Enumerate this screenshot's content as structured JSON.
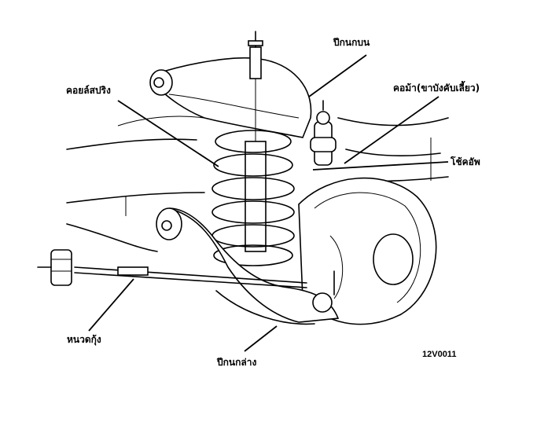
{
  "labels": {
    "upper_arm": "ปีกนกบน",
    "coil_spring": "คอยล์สปริง",
    "knuckle": "คอม้า(ขาบังคับเลี้ยว)",
    "shock_absorber": "โช้คอัพ",
    "strut_bar": "หนวดกุ้ง",
    "lower_arm": "ปีกนกล่าง"
  },
  "figure_code": "12V0011"
}
